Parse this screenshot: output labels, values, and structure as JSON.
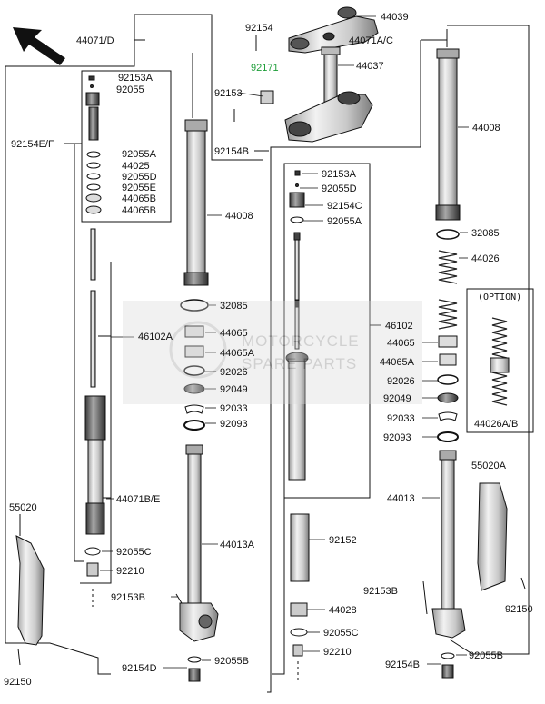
{
  "watermark": {
    "line1": "MOTORCYCLE",
    "line2": "SPARE PARTS"
  },
  "option_box": {
    "title": "(OPTION)"
  },
  "labels": {
    "p44071D": "44071/D",
    "p92154_top": "92154",
    "p92171": "92171",
    "p44039": "44039",
    "p44071AC": "44071A/C",
    "p44037": "44037",
    "p92153_top": "92153",
    "p92154B_top": "92154B",
    "p92153A_left": "92153A",
    "p92055_left": "92055",
    "p92154EF": "92154E/F",
    "p92055A_left": "92055A",
    "p44025": "44025",
    "p92055D_left": "92055D",
    "p92055E": "92055E",
    "p44065B": "44065B",
    "p44065B_2": "44065B",
    "p44008_mid": "44008",
    "p46102A": "46102A",
    "p32085_mid": "32085",
    "p44065_mid": "44065",
    "p44065A_mid": "44065A",
    "p92026_mid": "92026",
    "p92049_mid": "92049",
    "p92033_mid": "92033",
    "p92093_mid": "92093",
    "p44071BE": "44071B/E",
    "p44013A": "44013A",
    "p55020": "55020",
    "p92055C_left": "92055C",
    "p92210_left": "92210",
    "p92153B_left": "92153B",
    "p92154D": "92154D",
    "p92055B_left": "92055B",
    "p92150_left": "92150",
    "p92153A_mid": "92153A",
    "p92055D_mid": "92055D",
    "p92154C": "92154C",
    "p92055A_mid": "92055A",
    "p46102": "46102",
    "p92152": "92152",
    "p44028": "44028",
    "p92055C_mid": "92055C",
    "p92210_mid": "92210",
    "p44008_right": "44008",
    "p32085_right": "32085",
    "p44026": "44026",
    "p44065_right": "44065",
    "p44065A_right": "44065A",
    "p92026_right": "92026",
    "p92049_right": "92049",
    "p92033_right": "92033",
    "p92093_right": "92093",
    "p44013": "44013",
    "p55020A": "55020A",
    "p92153B_right": "92153B",
    "p92150_right": "92150",
    "p92154B_right": "92154B",
    "p92055B_right": "92055B",
    "p44026AB": "44026A/B"
  },
  "colors": {
    "line": "#111111",
    "part_fill": "#d9d9d9",
    "dark_fill": "#6b6b6b",
    "highlight_label": "#1f9e3a",
    "watermark": "#8a8a8a"
  }
}
